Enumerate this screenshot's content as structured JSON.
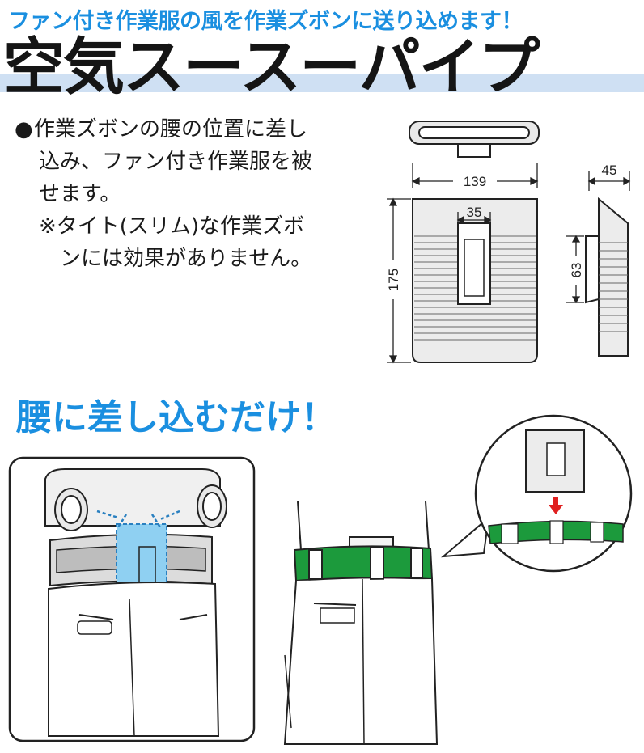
{
  "catchphrase": "ファン付き作業服の風を作業ズボンに送り込めます！",
  "product_name": "空気スースーパイプ",
  "description": {
    "bullet": "●",
    "line1": "作業ズボンの腰の位置に差し",
    "line2": "込み、ファン付き作業服を被",
    "line3": "せます。",
    "note_line1": "※タイト(スリム)な作業ズボ",
    "note_line2": "ンには効果がありません。"
  },
  "dimensions": {
    "width": "139",
    "clip_width": "35",
    "height": "175",
    "depth": "45",
    "clip_height": "63"
  },
  "sub_heading": "腰に差し込むだけ！",
  "colors": {
    "accent_blue": "#1a8fe0",
    "title_band": "#cfe0f3",
    "belt_green": "#1c9a3c",
    "arrow_red": "#e02020",
    "airflow_blue": "#8fd0f2"
  }
}
